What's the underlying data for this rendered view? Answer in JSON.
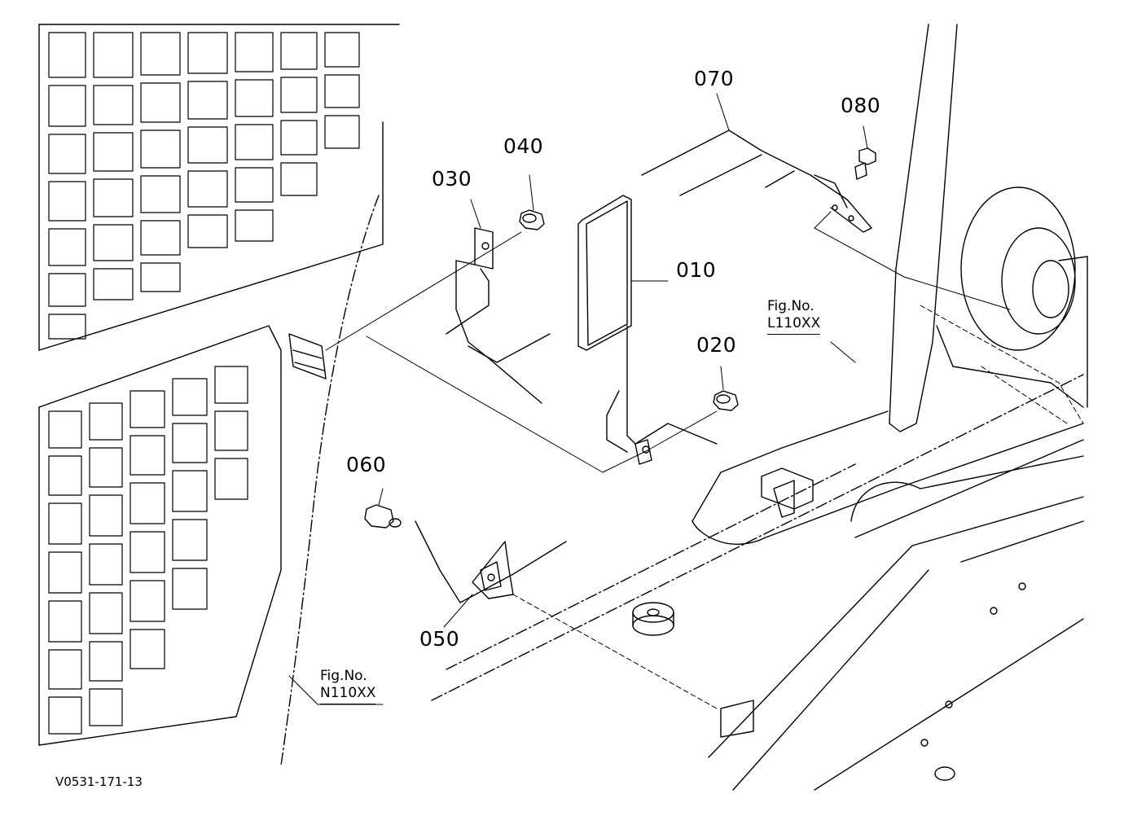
{
  "diagram": {
    "drawing_code": "V0531-171-13",
    "parts": [
      {
        "id": "p010",
        "number": "010"
      },
      {
        "id": "p020",
        "number": "020"
      },
      {
        "id": "p030",
        "number": "030"
      },
      {
        "id": "p040",
        "number": "040"
      },
      {
        "id": "p050",
        "number": "050"
      },
      {
        "id": "p060",
        "number": "060"
      },
      {
        "id": "p070",
        "number": "070"
      },
      {
        "id": "p080",
        "number": "080"
      }
    ],
    "figure_refs": [
      {
        "prefix": "Fig.No.",
        "ref": "L110XX"
      },
      {
        "prefix": "Fig.No.",
        "ref": "N110XX"
      }
    ]
  }
}
